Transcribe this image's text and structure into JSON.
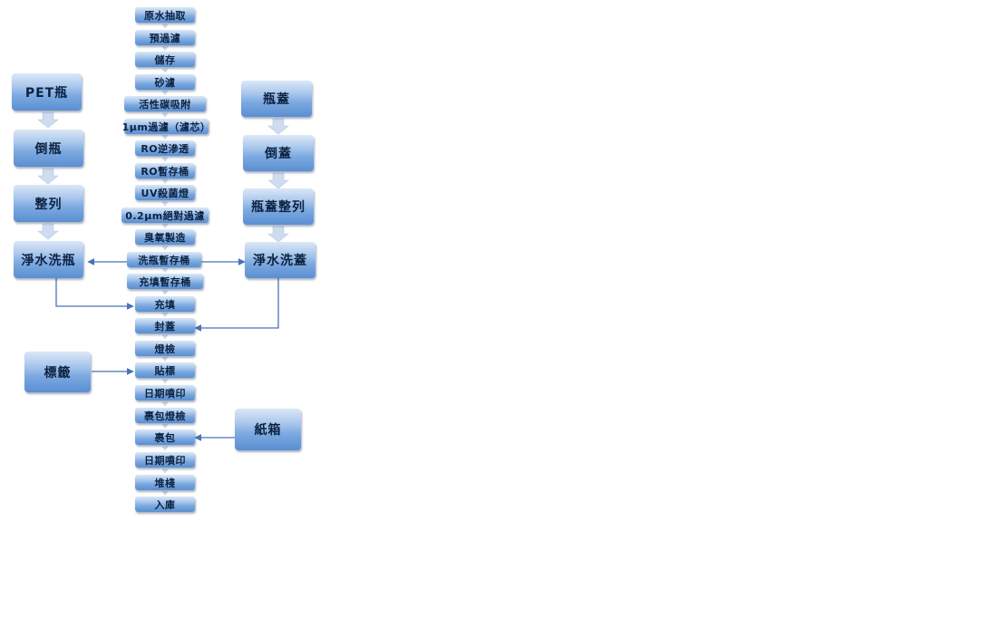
{
  "main_steps": [
    {
      "label": "原水抽取"
    },
    {
      "label": "預過濾"
    },
    {
      "label": "儲存"
    },
    {
      "label": "砂濾"
    },
    {
      "label": "活性碳吸附"
    },
    {
      "label": "1μm過濾（濾芯）"
    },
    {
      "label": "RO逆滲透"
    },
    {
      "label": "RO暫存桶"
    },
    {
      "label": "UV殺菌燈"
    },
    {
      "label": "0.2μm絕對過濾"
    },
    {
      "label": "臭氧製造"
    },
    {
      "label": "洗瓶暫存桶"
    },
    {
      "label": "充填暫存桶"
    },
    {
      "label": "充填"
    },
    {
      "label": "封蓋"
    },
    {
      "label": "燈檢"
    },
    {
      "label": "貼標"
    },
    {
      "label": "日期噴印"
    },
    {
      "label": "裹包燈檢"
    },
    {
      "label": "裹包"
    },
    {
      "label": "日期噴印"
    },
    {
      "label": "堆棧"
    },
    {
      "label": "入庫"
    }
  ],
  "bottle_line": [
    {
      "label": "PET瓶"
    },
    {
      "label": "倒瓶"
    },
    {
      "label": "整列"
    },
    {
      "label": "淨水洗瓶"
    }
  ],
  "cap_line": [
    {
      "label": "瓶蓋"
    },
    {
      "label": "倒蓋"
    },
    {
      "label": "瓶蓋整列"
    },
    {
      "label": "淨水洗蓋"
    }
  ],
  "label_input": {
    "label": "標籤"
  },
  "carton_input": {
    "label": "紙箱"
  },
  "colors": {
    "box_top": "#dbe8f7",
    "box_bottom": "#5a8fd2",
    "text": "#0d2240",
    "connector": "#4a72b8",
    "chevron": "#cfdcf0"
  }
}
